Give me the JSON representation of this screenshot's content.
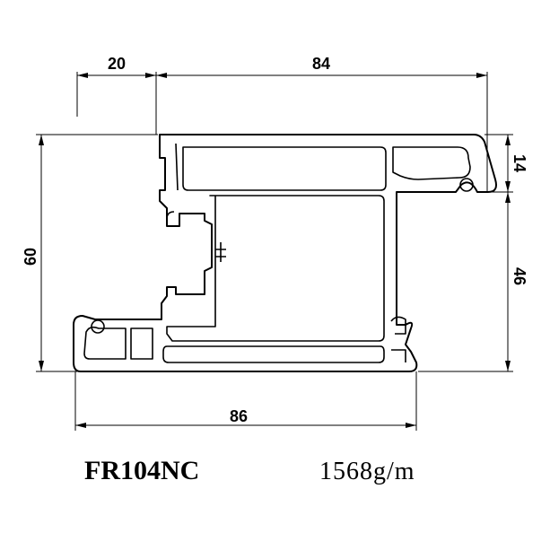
{
  "dimensions": {
    "top_left": "20",
    "top_right": "84",
    "left": "60",
    "right_top": "14",
    "right_bottom": "46",
    "bottom": "86"
  },
  "caption": {
    "code": "FR104NC",
    "weight": "1568g/m"
  }
}
